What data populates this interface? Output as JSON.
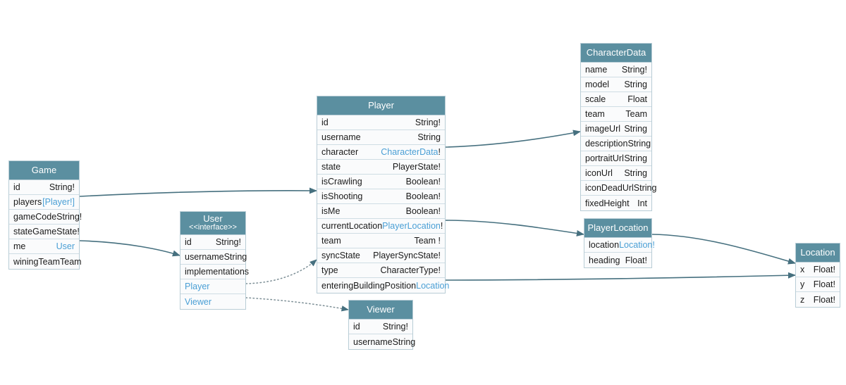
{
  "diagram": {
    "title": "GraphQL Schema Entity Diagram",
    "colors": {
      "header_bg": "#5b8fa0",
      "header_text": "#ffffff",
      "row_bg": "#fafbfc",
      "border": "#b9cdd6",
      "link_text": "#4a9fd5",
      "edge_stroke": "#46707f"
    }
  },
  "entities": {
    "game": {
      "title": "Game",
      "fields": [
        {
          "name": "id",
          "type": "String!",
          "link": false
        },
        {
          "name": "players",
          "type": "[Player!]",
          "link": true
        },
        {
          "name": "gameCode",
          "type": "String!",
          "link": false
        },
        {
          "name": "state",
          "type": "GameState!",
          "link": false
        },
        {
          "name": "me",
          "type": "User",
          "link": true
        },
        {
          "name": "winingTeam",
          "type": "Team",
          "link": false
        }
      ]
    },
    "user": {
      "title": "User",
      "subtitle": "<<interface>>",
      "fields": [
        {
          "name": "id",
          "type": "String!",
          "link": false
        },
        {
          "name": "username",
          "type": "String",
          "link": false
        }
      ],
      "implementations_label": "implementations",
      "implementations": [
        {
          "name": "Player"
        },
        {
          "name": "Viewer"
        }
      ]
    },
    "player": {
      "title": "Player",
      "fields": [
        {
          "name": "id",
          "type": "String!",
          "link": false
        },
        {
          "name": "username",
          "type": "String",
          "link": false
        },
        {
          "name": "character",
          "type": "CharacterData",
          "suffix": "!",
          "link": true
        },
        {
          "name": "state",
          "type": "PlayerState!",
          "link": false
        },
        {
          "name": "isCrawling",
          "type": "Boolean!",
          "link": false
        },
        {
          "name": "isShooting",
          "type": "Boolean!",
          "link": false
        },
        {
          "name": "isMe",
          "type": "Boolean!",
          "link": false
        },
        {
          "name": "currentLocation",
          "type": "PlayerLocation",
          "suffix": "!",
          "link": true
        },
        {
          "name": "team",
          "type": "Team !",
          "link": false
        },
        {
          "name": "syncState",
          "type": "PlayerSyncState!",
          "link": false
        },
        {
          "name": "type",
          "type": "CharacterType!",
          "link": false
        },
        {
          "name": "enteringBuildingPosition",
          "type": "Location",
          "link": true
        }
      ]
    },
    "viewer": {
      "title": "Viewer",
      "fields": [
        {
          "name": "id",
          "type": "String!",
          "link": false
        },
        {
          "name": "username",
          "type": "String",
          "link": false
        }
      ]
    },
    "character_data": {
      "title": "CharacterData",
      "fields": [
        {
          "name": "name",
          "type": "String!",
          "link": false
        },
        {
          "name": "model",
          "type": "String",
          "link": false
        },
        {
          "name": "scale",
          "type": "Float",
          "link": false
        },
        {
          "name": "team",
          "type": "Team",
          "link": false
        },
        {
          "name": "imageUrl",
          "type": "String",
          "link": false
        },
        {
          "name": "description",
          "type": "String",
          "link": false
        },
        {
          "name": "portraitUrl",
          "type": "String",
          "link": false
        },
        {
          "name": "iconUrl",
          "type": "String",
          "link": false
        },
        {
          "name": "iconDeadUrl",
          "type": "String",
          "link": false
        },
        {
          "name": "fixedHeight",
          "type": "Int",
          "link": false
        }
      ]
    },
    "player_location": {
      "title": "PlayerLocation",
      "fields": [
        {
          "name": "location",
          "type": "Location!",
          "link": true
        },
        {
          "name": "heading",
          "type": "Float!",
          "link": false
        }
      ]
    },
    "location": {
      "title": "Location",
      "fields": [
        {
          "name": "x",
          "type": "Float!",
          "link": false
        },
        {
          "name": "y",
          "type": "Float!",
          "link": false
        },
        {
          "name": "z",
          "type": "Float!",
          "link": false
        }
      ]
    }
  },
  "edges": [
    {
      "name": "game-players-to-player",
      "from": "Game.players",
      "to": "Player",
      "style": "solid"
    },
    {
      "name": "game-me-to-user",
      "from": "Game.me",
      "to": "User",
      "style": "solid"
    },
    {
      "name": "player-character-to-characterdata",
      "from": "Player.character",
      "to": "CharacterData",
      "style": "solid"
    },
    {
      "name": "player-currentlocation-to-playerlocation",
      "from": "Player.currentLocation",
      "to": "PlayerLocation",
      "style": "solid"
    },
    {
      "name": "player-enteringbuildingposition-to-location",
      "from": "Player.enteringBuildingPosition",
      "to": "Location",
      "style": "solid"
    },
    {
      "name": "playerlocation-location-to-location",
      "from": "PlayerLocation.location",
      "to": "Location",
      "style": "solid"
    },
    {
      "name": "user-implements-player",
      "from": "User.Player",
      "to": "Player",
      "style": "dotted"
    },
    {
      "name": "user-implements-viewer",
      "from": "User.Viewer",
      "to": "Viewer",
      "style": "dotted"
    }
  ]
}
